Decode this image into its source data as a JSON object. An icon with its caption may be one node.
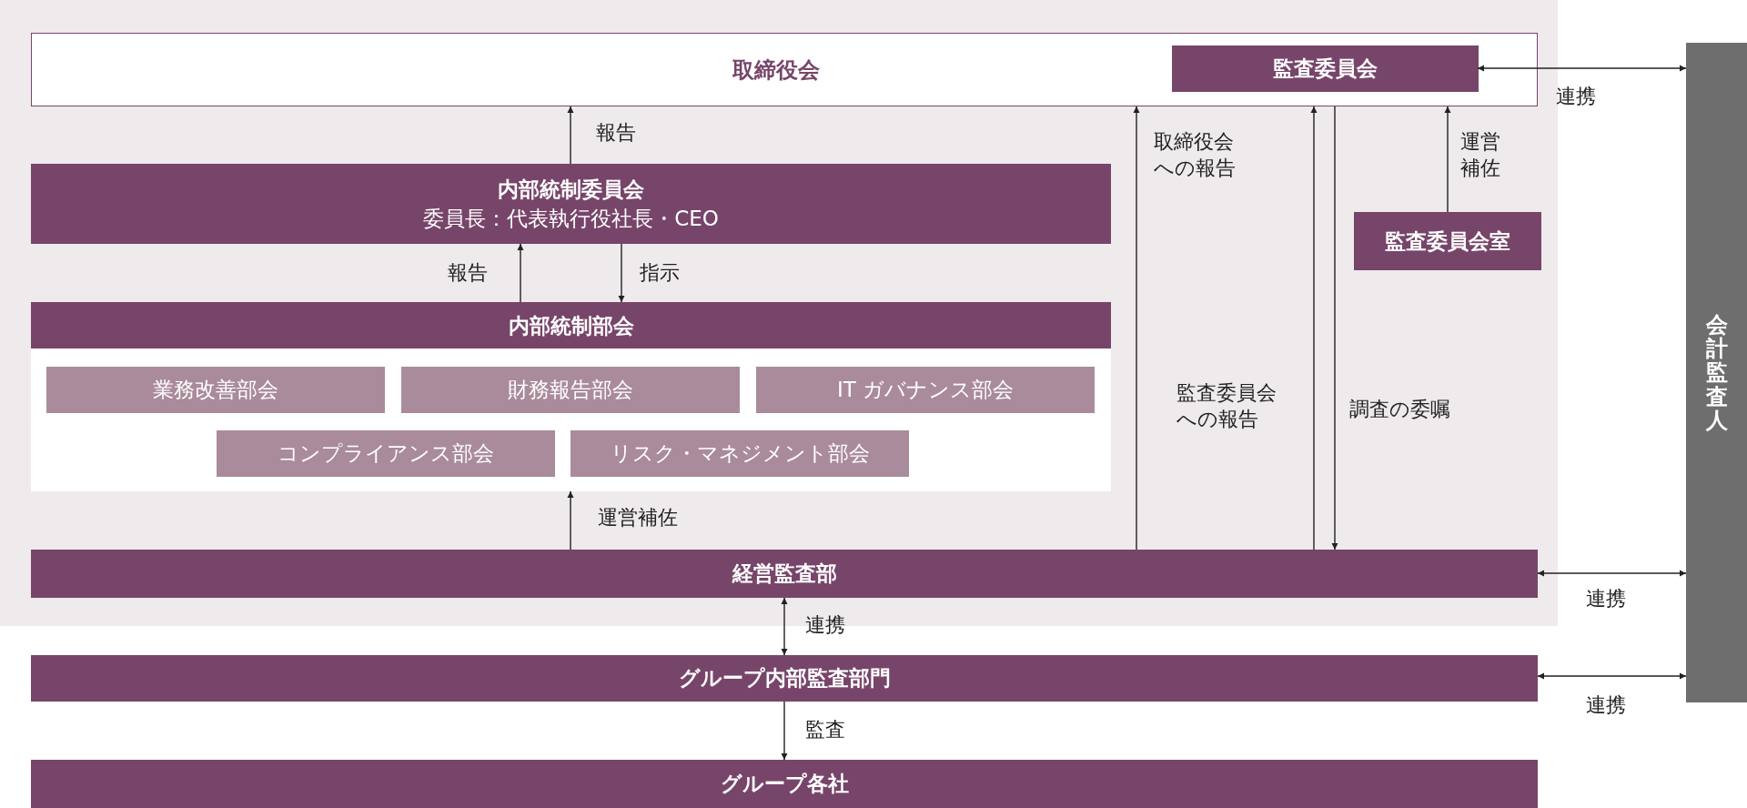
{
  "diagram": {
    "nodes": [
      {
        "text": [
          "取締役会"
        ]
      },
      {
        "text": [
          "監査委員会"
        ],
        "in": 0
      },
      {
        "text": [
          "会計監査人"
        ]
      },
      {
        "text": [
          "内部統制委員会",
          "委員長：代表執行役社長・CEO"
        ]
      },
      {
        "text": [
          "内部統制部会"
        ]
      },
      {
        "text": [
          "業務改善部会"
        ],
        "in": 4
      },
      {
        "text": [
          "財務報告部会"
        ],
        "in": 4
      },
      {
        "text": [
          "IT ガバナンス部会"
        ],
        "in": 4
      },
      {
        "text": [
          "コンプライアンス部会"
        ],
        "in": 4
      },
      {
        "text": [
          "リスク・マネジメント部会"
        ],
        "in": 4
      },
      {
        "text": [
          "監査委員会室"
        ]
      },
      {
        "text": [
          "経営監査部"
        ]
      },
      {
        "text": [
          "グループ内部監査部門"
        ]
      },
      {
        "text": [
          "グループ各社"
        ]
      }
    ],
    "edges": [
      {
        "from": 3,
        "to": 0,
        "arrow": "to",
        "label": "報告"
      },
      {
        "from": 4,
        "to": 3,
        "arrow": "to",
        "label": "報告"
      },
      {
        "from": 3,
        "to": 4,
        "arrow": "to",
        "label": "指示"
      },
      {
        "from": 11,
        "to": 4,
        "arrow": "to",
        "label": "運営補佐"
      },
      {
        "from": 11,
        "to": 0,
        "arrow": "to",
        "label": "取締役会への報告"
      },
      {
        "from": 11,
        "to": 0,
        "arrow": "to",
        "label": "監査委員会への報告"
      },
      {
        "from": 0,
        "to": 11,
        "arrow": "to",
        "label": "調査の委嘱"
      },
      {
        "from": 10,
        "to": 0,
        "arrow": "to",
        "label": "運営補佐"
      },
      {
        "from": 1,
        "to": 2,
        "arrow": "both",
        "label": "連携"
      },
      {
        "from": 11,
        "to": 2,
        "arrow": "both",
        "label": "連携"
      },
      {
        "from": 11,
        "to": 12,
        "arrow": "both",
        "label": "連携"
      },
      {
        "from": 12,
        "to": 2,
        "arrow": "both",
        "label": "連携"
      },
      {
        "from": 12,
        "to": 13,
        "arrow": "to",
        "label": "監査"
      }
    ]
  }
}
